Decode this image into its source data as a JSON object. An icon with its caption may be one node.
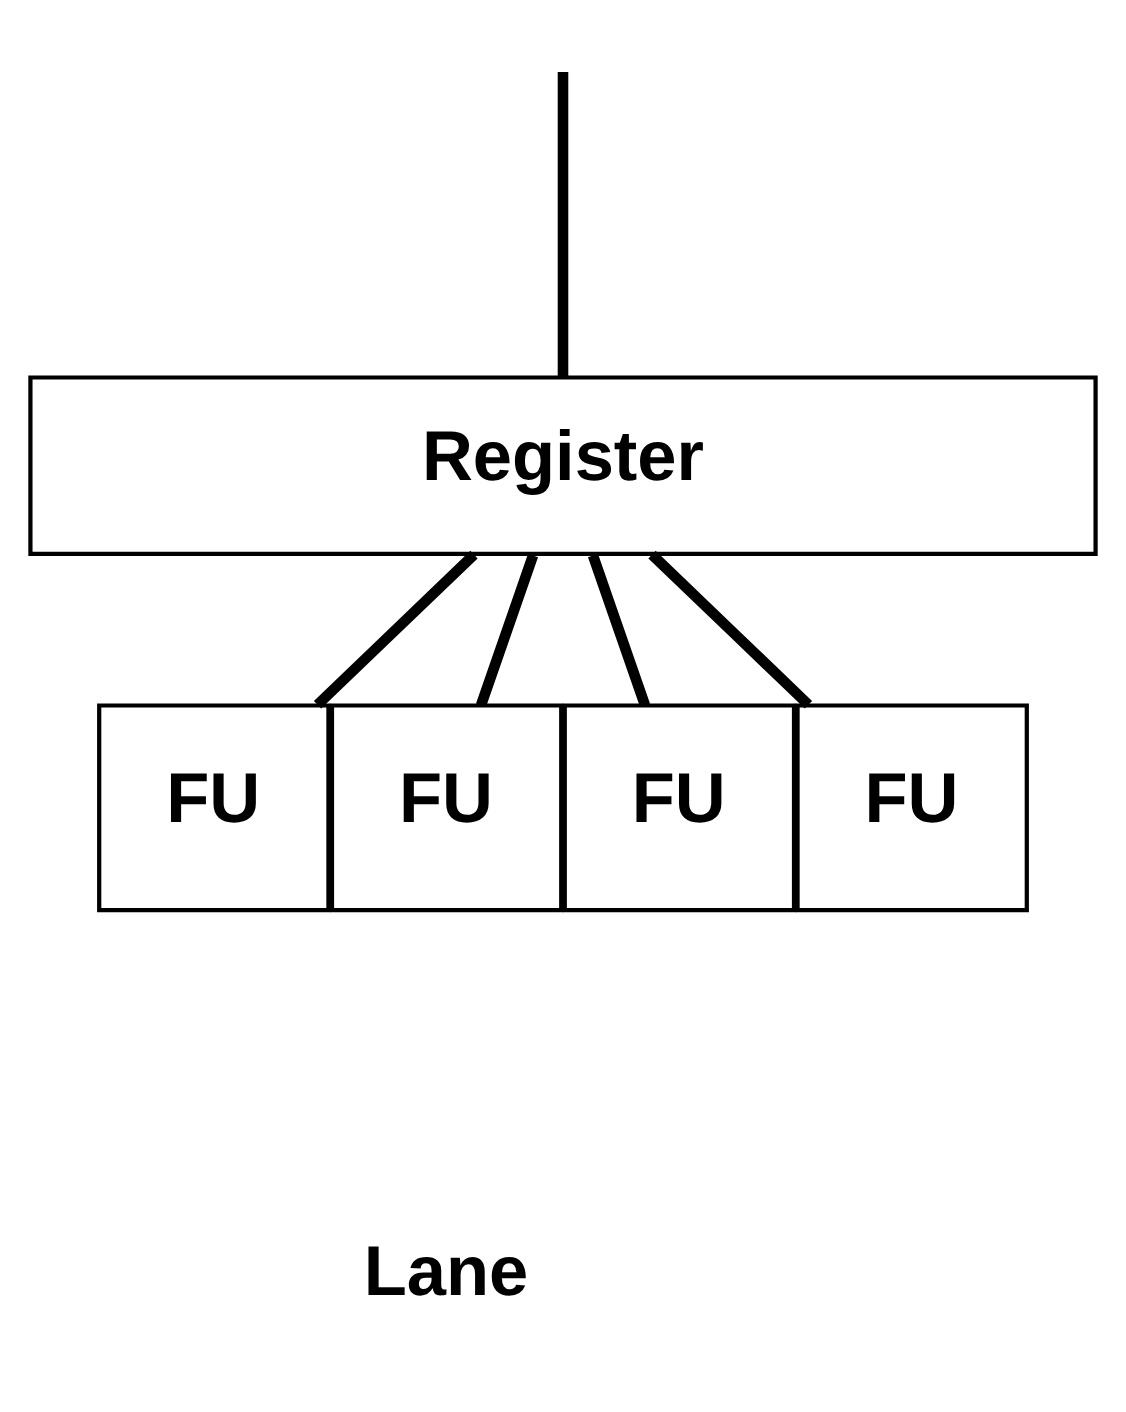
{
  "diagram": {
    "nodes": [
      {
        "text": [
          "Register"
        ]
      },
      {
        "text": [
          "FU"
        ]
      },
      {
        "text": [
          "FU"
        ]
      },
      {
        "text": [
          "FU"
        ]
      },
      {
        "text": [
          "FU"
        ]
      }
    ],
    "edges": [
      {
        "from": null,
        "to": 0,
        "arrow": "none"
      },
      {
        "from": 0,
        "to": 1,
        "arrow": "none"
      },
      {
        "from": 0,
        "to": 2,
        "arrow": "none"
      },
      {
        "from": 0,
        "to": 3,
        "arrow": "none"
      },
      {
        "from": 0,
        "to": 4,
        "arrow": "none"
      }
    ],
    "labels": [
      "Lane"
    ]
  }
}
